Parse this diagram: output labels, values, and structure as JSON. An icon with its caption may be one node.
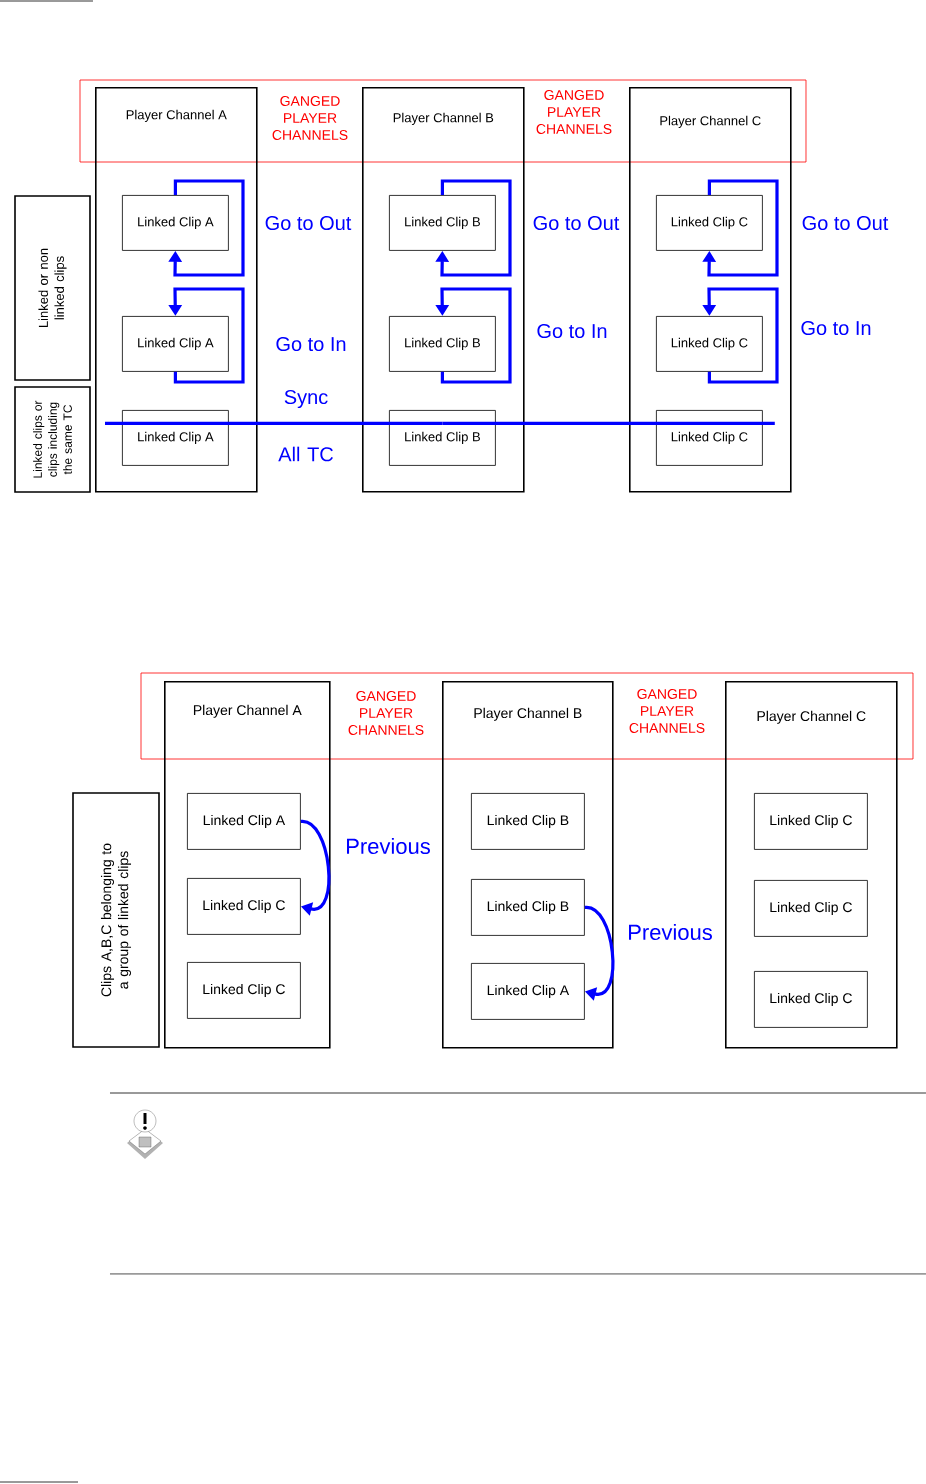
{
  "diagram": {
    "nodes": [
      {
        "text": [
          "Player Channel A"
        ]
      },
      {
        "text": [
          "Linked Clip A"
        ],
        "in": 0
      },
      {
        "text": [
          "Linked Clip A"
        ],
        "in": 0
      },
      {
        "text": [
          "Linked Clip A"
        ],
        "in": 0
      },
      {
        "text": [
          "Player Channel B"
        ]
      },
      {
        "text": [
          "Linked Clip B"
        ],
        "in": 4
      },
      {
        "text": [
          "Linked Clip B"
        ],
        "in": 4
      },
      {
        "text": [
          "Linked Clip B"
        ],
        "in": 4
      },
      {
        "text": [
          "Player Channel C"
        ]
      },
      {
        "text": [
          "Linked Clip C"
        ],
        "in": 8
      },
      {
        "text": [
          "Linked Clip C"
        ],
        "in": 8
      },
      {
        "text": [
          "Linked Clip C"
        ],
        "in": 8
      },
      {
        "text": [
          "Linked or non linked clips"
        ]
      },
      {
        "text": [
          "Linked clips or clips including the same TC"
        ]
      },
      {
        "text": [
          "Player Channel A"
        ]
      },
      {
        "text": [
          "Linked Clip A"
        ],
        "in": 14
      },
      {
        "text": [
          "Linked Clip C"
        ],
        "in": 14
      },
      {
        "text": [
          "Linked Clip C"
        ],
        "in": 14
      },
      {
        "text": [
          "Player Channel B"
        ]
      },
      {
        "text": [
          "Linked Clip B"
        ],
        "in": 18
      },
      {
        "text": [
          "Linked Clip B"
        ],
        "in": 18
      },
      {
        "text": [
          "Linked Clip A"
        ],
        "in": 18
      },
      {
        "text": [
          "Player Channel C"
        ]
      },
      {
        "text": [
          "Linked Clip C"
        ],
        "in": 22
      },
      {
        "text": [
          "Linked Clip C"
        ],
        "in": 22
      },
      {
        "text": [
          "Linked Clip C"
        ],
        "in": 22
      },
      {
        "text": [
          "Clips A,B,C belonging to a group of linked clips"
        ]
      }
    ],
    "edges": [
      {
        "from": 1,
        "to": 1,
        "arrow": "to",
        "label": "Go to Out"
      },
      {
        "from": 2,
        "to": 2,
        "arrow": "to",
        "label": "Go to In"
      },
      {
        "from": 5,
        "to": 5,
        "arrow": "to",
        "label": "Go to Out"
      },
      {
        "from": 6,
        "to": 6,
        "arrow": "to",
        "label": "Go to In"
      },
      {
        "from": 9,
        "to": 9,
        "arrow": "to",
        "label": "Go to Out"
      },
      {
        "from": 10,
        "to": 10,
        "arrow": "to",
        "label": "Go to In"
      },
      {
        "from": 3,
        "to": 7,
        "arrow": "none"
      },
      {
        "from": 7,
        "to": 11,
        "arrow": "none"
      },
      {
        "from": 15,
        "to": 16,
        "arrow": "to",
        "label": "Previous"
      },
      {
        "from": 20,
        "to": 21,
        "arrow": "to",
        "label": "Previous"
      }
    ],
    "labels": [
      "GANGED PLAYER CHANNELS",
      "GANGED PLAYER CHANNELS",
      "Sync",
      "All TC",
      "GANGED PLAYER CHANNELS",
      "GANGED PLAYER CHANNELS"
    ]
  }
}
